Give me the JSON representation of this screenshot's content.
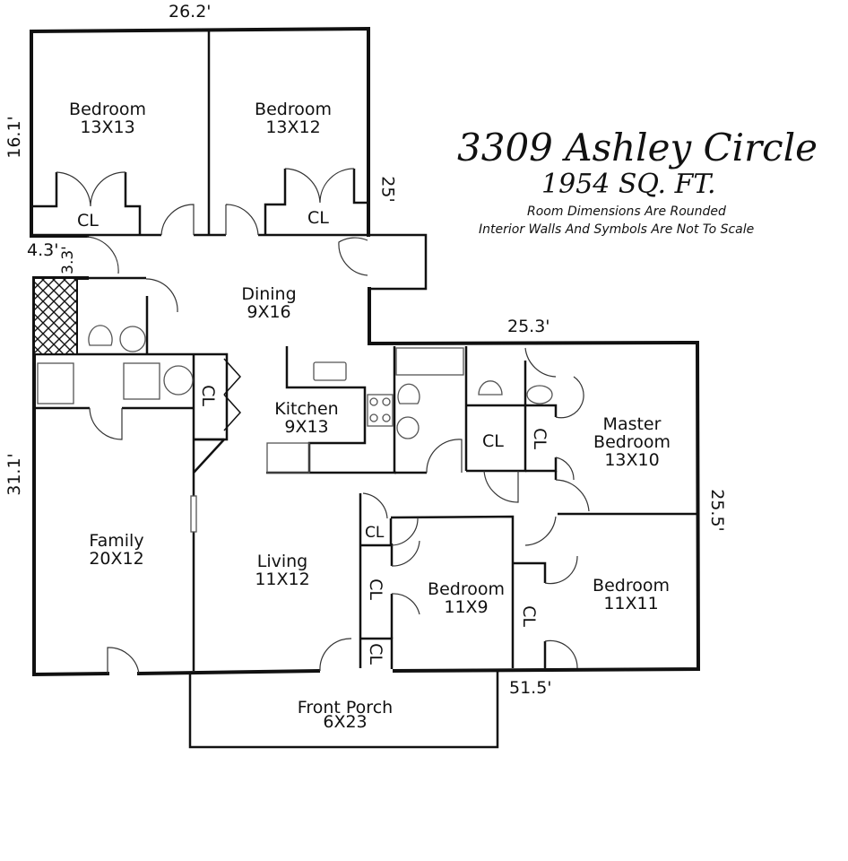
{
  "header": {
    "address": "3309 Ashley Circle",
    "area": "1954 SQ. FT.",
    "notes": [
      "Room Dimensions Are Rounded",
      "Interior Walls And Symbols Are Not To Scale"
    ]
  },
  "dimensions": {
    "top_width": "26.2'",
    "left_upper_height": "16.1'",
    "upper_right_height": "25'",
    "small_width": "4.3'",
    "small_height": "3.3'",
    "right_wing_width": "25.3'",
    "left_lower_height": "31.1'",
    "right_height": "25.5'",
    "bottom_width": "51.5'"
  },
  "rooms": [
    {
      "name": "Bedroom",
      "size": "13X13"
    },
    {
      "name": "Bedroom",
      "size": "13X12"
    },
    {
      "name": "Dining",
      "size": "9X16"
    },
    {
      "name": "Kitchen",
      "size": "9X13"
    },
    {
      "name": "Master Bedroom",
      "size": "13X10",
      "name_line1": "Master",
      "name_line2": "Bedroom"
    },
    {
      "name": "Family",
      "size": "20X12"
    },
    {
      "name": "Living",
      "size": "11X12"
    },
    {
      "name": "Bedroom",
      "size": "11X9"
    },
    {
      "name": "Bedroom",
      "size": "11X11"
    },
    {
      "name": "Front Porch",
      "size": "6X23"
    }
  ],
  "closet_label": "CL",
  "colors": {
    "ink": "#111111",
    "background": "#ffffff",
    "fixture_gray": "#777777"
  }
}
